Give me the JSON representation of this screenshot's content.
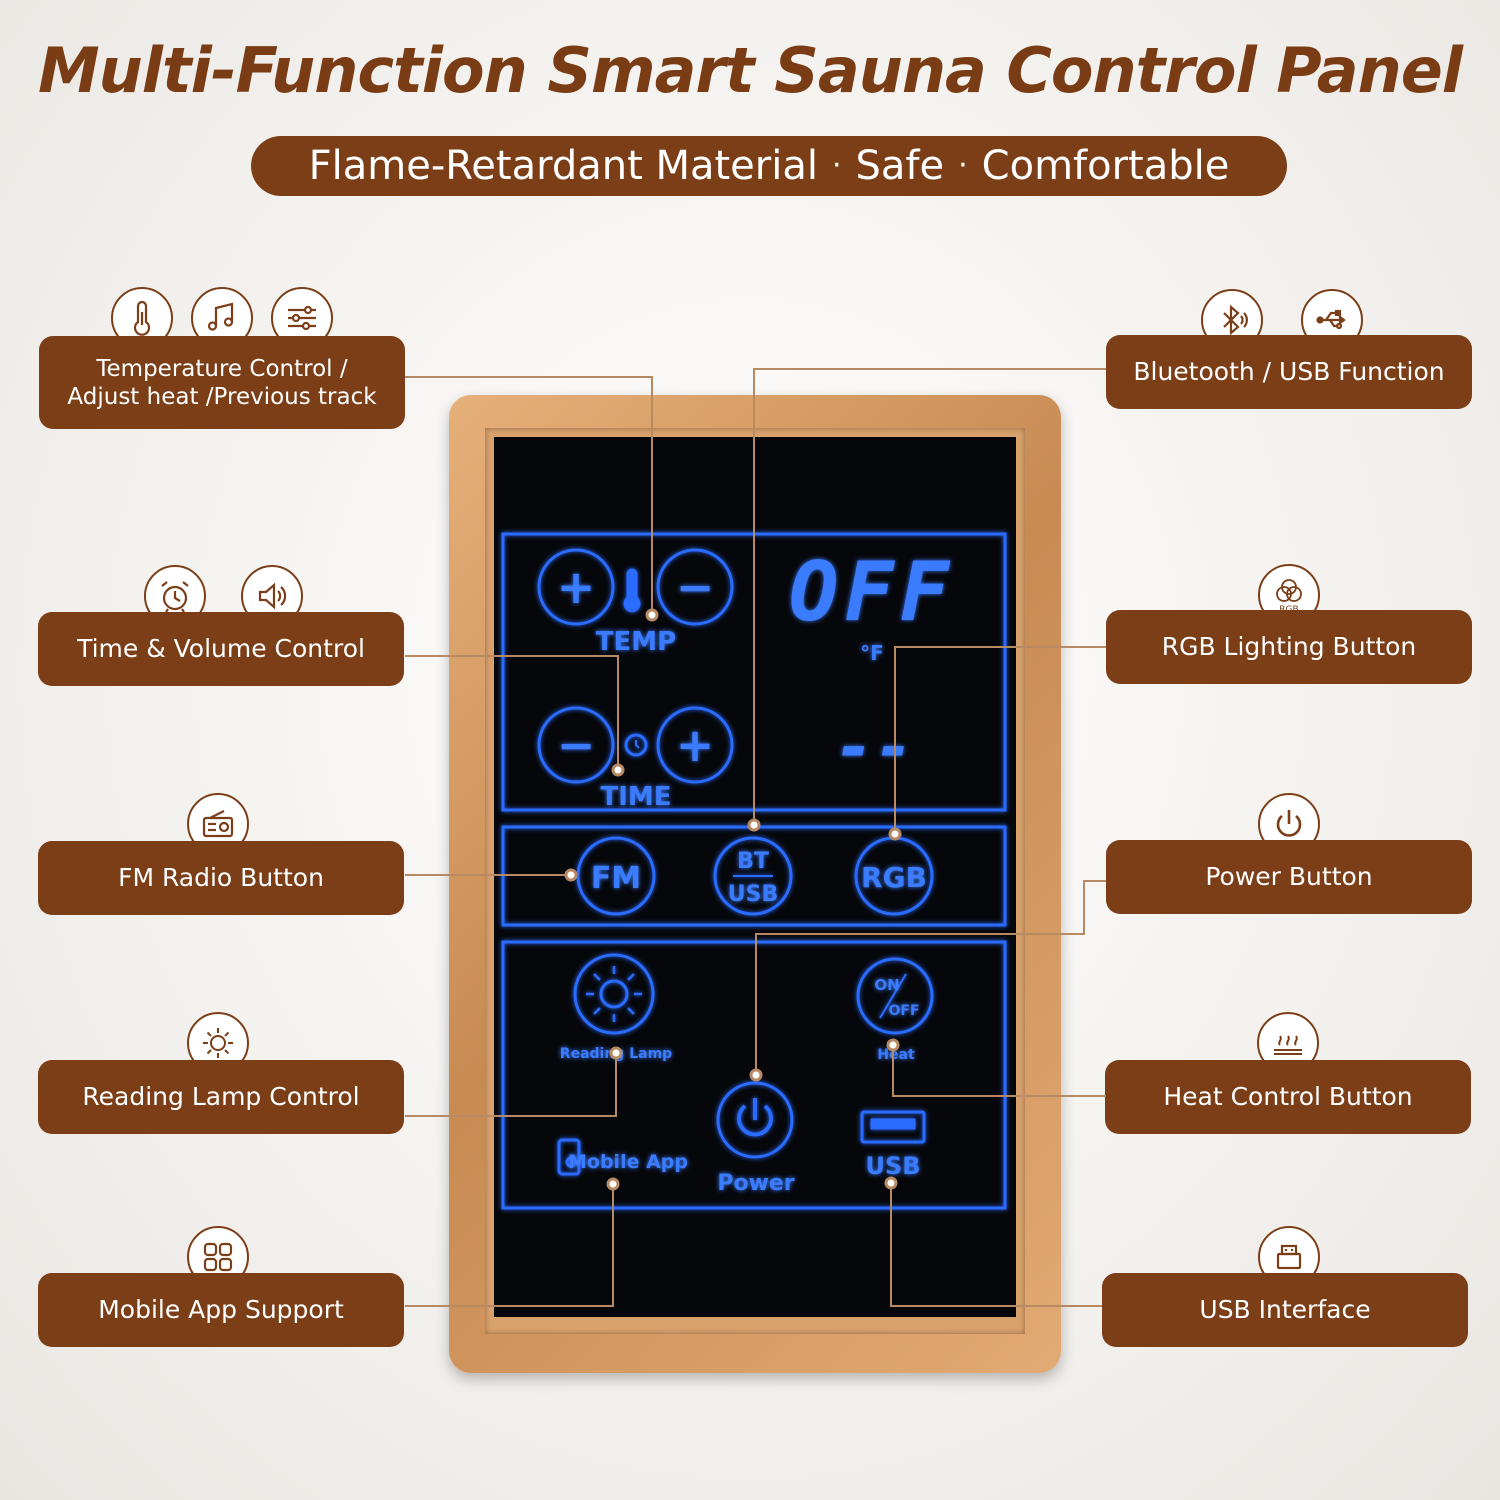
{
  "title": "Multi-Function Smart Sauna Control Panel",
  "subtitle": {
    "part1": "Flame-Retardant Material",
    "sep": "·",
    "part2": "Safe",
    "part3": "Comfortable"
  },
  "labels": {
    "temperature": {
      "line1": "Temperature Control /",
      "line2": "Adjust heat /Previous track"
    },
    "time_volume": "Time & Volume Control",
    "fm_radio": "FM Radio Button",
    "reading_lamp": "Reading Lamp Control",
    "mobile_app": "Mobile App Support",
    "bluetooth_usb": "Bluetooth / USB Function",
    "rgb_lighting": "RGB Lighting Button",
    "power": "Power Button",
    "heat_control": "Heat Control Button",
    "usb_interface": "USB Interface"
  },
  "panel": {
    "display_main": "OFF",
    "display_unit": "°F",
    "display_time": "--",
    "temp_label": "TEMP",
    "time_label": "TIME",
    "plus": "+",
    "minus": "−",
    "fm": "FM",
    "bt": "BT",
    "usb_btn": "USB",
    "rgb": "RGB",
    "reading_lamp": "Reading Lamp",
    "on": "ON",
    "off": "OFF",
    "heat": "Heat",
    "mobile_app": "Mobile App",
    "power": "Power",
    "usb_port": "USB"
  },
  "icons": {
    "temperature": "thermometer-icon",
    "music": "music-note-icon",
    "adjust": "sliders-icon",
    "alarm": "alarm-clock-icon",
    "volume": "speaker-icon",
    "radio": "radio-icon",
    "lamp": "sun-icon",
    "app": "app-grid-icon",
    "bluetooth": "bluetooth-icon",
    "usb": "usb-icon",
    "rgb": "rgb-circles-icon",
    "power": "power-icon",
    "heat": "heat-waves-icon",
    "usb_port": "usb-port-icon"
  },
  "colors": {
    "brand_brown": "#7b3e17",
    "gold_frame": "#d9a16c",
    "led_blue": "#2b6cff",
    "screen": "#06070b"
  }
}
